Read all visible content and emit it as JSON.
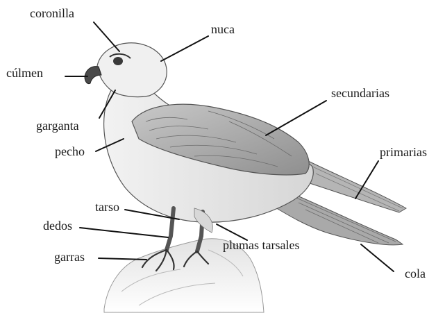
{
  "diagram": {
    "labels": {
      "coronilla": "coronilla",
      "nuca": "nuca",
      "culmen": "cúlmen",
      "garganta": "garganta",
      "pecho": "pecho",
      "secundarias": "secundarias",
      "primarias": "primarias",
      "tarso": "tarso",
      "dedos": "dedos",
      "garras": "garras",
      "plumas_tarsales": "plumas tarsales",
      "cola": "cola"
    },
    "colors": {
      "ink": "#1a1a1a",
      "line": "#111111",
      "shading": "#8a8a8a",
      "background": "#ffffff"
    },
    "illustration": "bird-of-prey-perched-on-rock"
  }
}
